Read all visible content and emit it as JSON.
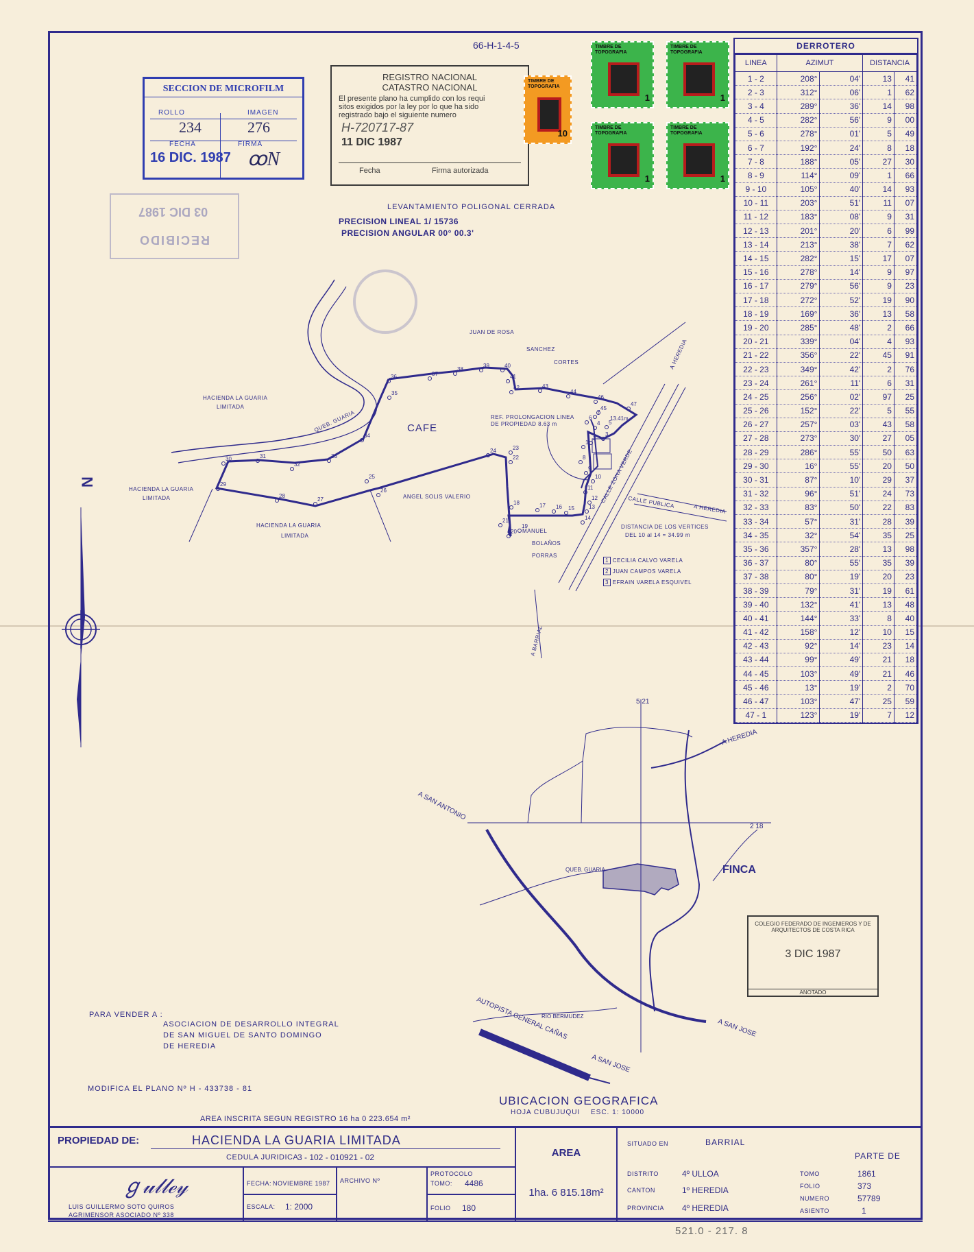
{
  "header": {
    "plan_ref": "66-H-1-4-5",
    "microfilm": {
      "title": "SECCION DE MICROFILM",
      "rollo_label": "ROLLO",
      "rollo": "234",
      "imagen_label": "IMAGEN",
      "imagen": "276",
      "fecha_label": "FECHA",
      "fecha": "16 DIC. 1987",
      "firma_label": "FIRMA"
    },
    "registro": {
      "line1": "REGISTRO NACIONAL",
      "line2": "CATASTRO NACIONAL",
      "body1": "El presente plano ha cumplido con los requi",
      "body2": "sitos exigidos por la ley por lo que ha sido",
      "body3": "registrado bajo el siguiente numero",
      "numero": "H-720717-87",
      "date": "11 DIC 1987",
      "fecha_label": "Fecha",
      "firma_label": "Firma autorizada"
    },
    "stamps": [
      {
        "label": "TIMBRE DE TOPOGRAFIA",
        "value": "10",
        "color": "#f39a22"
      },
      {
        "label": "TIMBRE DE TOPOGRAFIA",
        "value": "1",
        "color": "#3cb44b"
      },
      {
        "label": "TIMBRE DE TOPOGRAFIA",
        "value": "1",
        "color": "#3cb44b"
      },
      {
        "label": "TIMBRE DE TOPOGRAFIA",
        "value": "1",
        "color": "#3cb44b"
      },
      {
        "label": "TIMBRE DE TOPOGRAFIA",
        "value": "1",
        "color": "#3cb44b"
      }
    ],
    "recibido_stamp": {
      "date": "03 DIC 1987",
      "text": "RECIBIDO"
    }
  },
  "survey": {
    "title": "LEVANTAMIENTO    POLIGONAL CERRADA",
    "precision_lineal": "PRECISION LINEAL  1/ 15736",
    "precision_angular": "PRECISION ANGULAR  00° 00.3'"
  },
  "plan": {
    "labels": {
      "cafe": "CAFE",
      "hacienda1": "HACIENDA LA GUARIA",
      "hacienda1b": "LIMITADA",
      "hacienda2": "HACIENDA LA GUARIA",
      "hacienda2b": "LIMITADA",
      "hacienda3": "HACIENDA  LA  GUARIA",
      "hacienda3b": "LIMITADA",
      "queb": "QUEB. GUARIA",
      "juan1": "JUAN   DE  ROSA",
      "juan2": "SANCHEZ",
      "juan3": "CORTES",
      "angel": "ANGEL   SOLIS   VALERIO",
      "manuel1": "MANUEL",
      "manuel2": "BOLAÑOS",
      "manuel3": "PORRAS",
      "ref1": "REF. PROLONGACION  LINEA",
      "ref2": "DE  PROPIEDAD  8.63 m",
      "dist1": "DISTANCIA DE LOS VERTICES",
      "dist2": "DEL 10 al 14 = 34.99 m",
      "calle_publica": "CALLE  PUBLICA",
      "a_heredia": "A  HEREDIA",
      "a_heredia2": "A  HEREDIA",
      "calle_zona_verde": "CALLE  ZONA VERDE",
      "a_barrial": "A  BARRIAL",
      "m134": "13.41m",
      "legend1": "CECILIA  CALVO  VARELA",
      "legend2": "JUAN  CAMPOS  VARELA",
      "legend3": "EFRAIN  VARELA  ESQUIVEL",
      "north": "N"
    }
  },
  "derrotero": {
    "title": "DERROTERO",
    "headers": [
      "LINEA",
      "AZIMUT",
      "DISTANCIA"
    ],
    "rows": [
      [
        "1 - 2",
        "208°",
        "04'",
        "13",
        "41"
      ],
      [
        "2 - 3",
        "312°",
        "06'",
        "1",
        "62"
      ],
      [
        "3 - 4",
        "289°",
        "36'",
        "14",
        "98"
      ],
      [
        "4 - 5",
        "282°",
        "56'",
        "9",
        "00"
      ],
      [
        "5 - 6",
        "278°",
        "01'",
        "5",
        "49"
      ],
      [
        "6 - 7",
        "192°",
        "24'",
        "8",
        "18"
      ],
      [
        "7 - 8",
        "188°",
        "05'",
        "27",
        "30"
      ],
      [
        "8 - 9",
        "114°",
        "09'",
        "1",
        "66"
      ],
      [
        "9 - 10",
        "105°",
        "40'",
        "14",
        "93"
      ],
      [
        "10 - 11",
        "203°",
        "51'",
        "11",
        "07"
      ],
      [
        "11 - 12",
        "183°",
        "08'",
        "9",
        "31"
      ],
      [
        "12 - 13",
        "201°",
        "20'",
        "6",
        "99"
      ],
      [
        "13 - 14",
        "213°",
        "38'",
        "7",
        "62"
      ],
      [
        "14 - 15",
        "282°",
        "15'",
        "17",
        "07"
      ],
      [
        "15 - 16",
        "278°",
        "14'",
        "9",
        "97"
      ],
      [
        "16 - 17",
        "279°",
        "56'",
        "9",
        "23"
      ],
      [
        "17 - 18",
        "272°",
        "52'",
        "19",
        "90"
      ],
      [
        "18 - 19",
        "169°",
        "36'",
        "13",
        "58"
      ],
      [
        "19 - 20",
        "285°",
        "48'",
        "2",
        "66"
      ],
      [
        "20 - 21",
        "339°",
        "04'",
        "4",
        "93"
      ],
      [
        "21 - 22",
        "356°",
        "22'",
        "45",
        "91"
      ],
      [
        "22 - 23",
        "349°",
        "42'",
        "2",
        "76"
      ],
      [
        "23 - 24",
        "261°",
        "11'",
        "6",
        "31"
      ],
      [
        "24 - 25",
        "256°",
        "02'",
        "97",
        "25"
      ],
      [
        "25 - 26",
        "152°",
        "22'",
        "5",
        "55"
      ],
      [
        "26 - 27",
        "257°",
        "03'",
        "43",
        "58"
      ],
      [
        "27 - 28",
        "273°",
        "30'",
        "27",
        "05"
      ],
      [
        "28 - 29",
        "286°",
        "55'",
        "50",
        "63"
      ],
      [
        "29 - 30",
        "16°",
        "55'",
        "20",
        "50"
      ],
      [
        "30 - 31",
        "87°",
        "10'",
        "29",
        "37"
      ],
      [
        "31 - 32",
        "96°",
        "51'",
        "24",
        "73"
      ],
      [
        "32 - 33",
        "83°",
        "50'",
        "22",
        "83"
      ],
      [
        "33 - 34",
        "57°",
        "31'",
        "28",
        "39"
      ],
      [
        "34 - 35",
        "32°",
        "54'",
        "35",
        "25"
      ],
      [
        "35 - 36",
        "357°",
        "28'",
        "13",
        "98"
      ],
      [
        "36 - 37",
        "80°",
        "55'",
        "35",
        "39"
      ],
      [
        "37 - 38",
        "80°",
        "19'",
        "20",
        "23"
      ],
      [
        "38 - 39",
        "79°",
        "31'",
        "19",
        "61"
      ],
      [
        "39 - 40",
        "132°",
        "41'",
        "13",
        "48"
      ],
      [
        "40 - 41",
        "144°",
        "33'",
        "8",
        "40"
      ],
      [
        "41 - 42",
        "158°",
        "12'",
        "10",
        "15"
      ],
      [
        "42 - 43",
        "92°",
        "14'",
        "23",
        "14"
      ],
      [
        "43 - 44",
        "99°",
        "49'",
        "21",
        "18"
      ],
      [
        "44 - 45",
        "103°",
        "49'",
        "21",
        "46"
      ],
      [
        "45 - 46",
        "13°",
        "19'",
        "2",
        "70"
      ],
      [
        "46 - 47",
        "103°",
        "47'",
        "25",
        "59"
      ],
      [
        "47 - 1",
        "123°",
        "19'",
        "7",
        "12"
      ]
    ]
  },
  "location_map": {
    "coord_top": "5 21",
    "coord_right": "2 18",
    "a_heredia": "A HEREDIA",
    "a_san_antonio": "A SAN ANTONIO",
    "queb_guaria": "QUEB. GUARIA",
    "finca": "FINCA",
    "rio_bermudez": "RIO  BERMUDEZ",
    "autopista": "AUTOPISTA  GENERAL CAÑAS",
    "a_san_jose": "A SAN JOSE",
    "a_san_jose2": "A SAN JOSE",
    "ubicacion": "UBICACION    GEOGRAFICA",
    "hoja": "HOJA  CUBUJUQUI",
    "esc": "ESC.  1: 10000"
  },
  "colegio_stamp": {
    "line1": "COLEGIO FEDERADO DE INGENIEROS Y DE",
    "line2": "ARQUITECTOS DE COSTA RICA",
    "date": "3 DIC 1987",
    "footer": "ANOTADO"
  },
  "notes": {
    "para_vender": "PARA  VENDER  A :",
    "asoc1": "ASOCIACION  DE  DESARROLLO  INTEGRAL",
    "asoc2": "DE  SAN  MIGUEL  DE  SANTO  DOMINGO",
    "asoc3": "DE  HEREDIA",
    "modifica": "MODIFICA     EL  PLANO    Nº      H - 433738 - 81",
    "area_inscrita": "AREA  INSCRITA  SEGUN  REGISTRO    16  ha  0 223.654  m²"
  },
  "title_block": {
    "propiedad_label": "PROPIEDAD  DE:",
    "propiedad": "HACIENDA   LA  GUARIA    LIMITADA",
    "cedula_label": "CEDULA    JURIDICA",
    "cedula": "3 - 102 - 010921 - 02",
    "agrimensor1": "LUIS  GUILLERMO  SOTO  QUIROS",
    "agrimensor2": "AGRIMENSOR  ASOCIADO   Nº  338",
    "fecha_label": "FECHA:",
    "fecha": "NOVIEMBRE  1987",
    "escala_label": "ESCALA:",
    "escala": "1: 2000",
    "archivo_label": "ARCHIVO  Nº",
    "protocolo_label": "PROTOCOLO",
    "tomo_label": "TOMO:",
    "tomo": "4486",
    "folio_label": "FOLIO",
    "folio": "180",
    "area_label": "AREA",
    "area": "1ha.  6 815.18m²",
    "situado_label": "SITUADO  EN",
    "situado": "BARRIAL",
    "parte_de": "PARTE     DE",
    "distrito_label": "DISTRITO",
    "distrito": "4º  ULLOA",
    "canton_label": "CANTON",
    "canton": "1º  HEREDIA",
    "provincia_label": "PROVINCIA",
    "provincia": "4º  HEREDIA",
    "r_tomo_label": "TOMO",
    "r_tomo": "1861",
    "r_folio_label": "FOLIO",
    "r_folio": "373",
    "r_numero_label": "NUMERO",
    "r_numero": "57789",
    "r_asiento_label": "ASIENTO",
    "r_asiento": "1"
  },
  "bottom_note": "521.0 - 217. 8"
}
